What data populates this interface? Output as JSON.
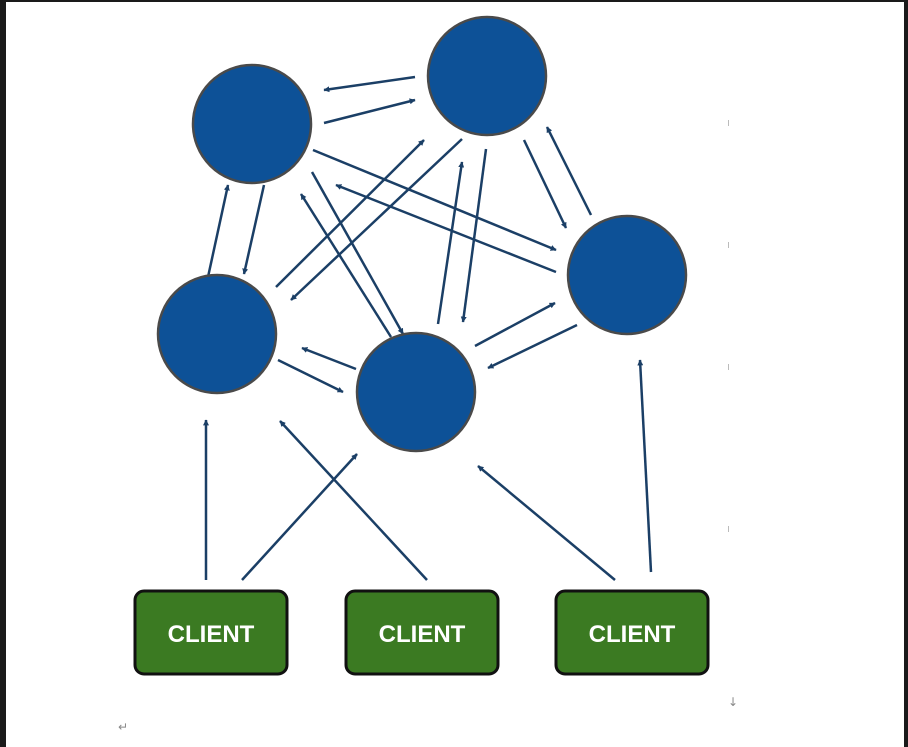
{
  "colors": {
    "node_fill": "#0d5197",
    "node_stroke": "#4a4a4a",
    "edge": "#1b3f66",
    "client_fill": "#3b7a22",
    "client_stroke": "#111111",
    "client_text": "#ffffff"
  },
  "clients": [
    {
      "label": "CLIENT"
    },
    {
      "label": "CLIENT"
    },
    {
      "label": "CLIENT"
    }
  ],
  "marks": {
    "return_arrow": "↵",
    "down_arrow": "↓"
  }
}
